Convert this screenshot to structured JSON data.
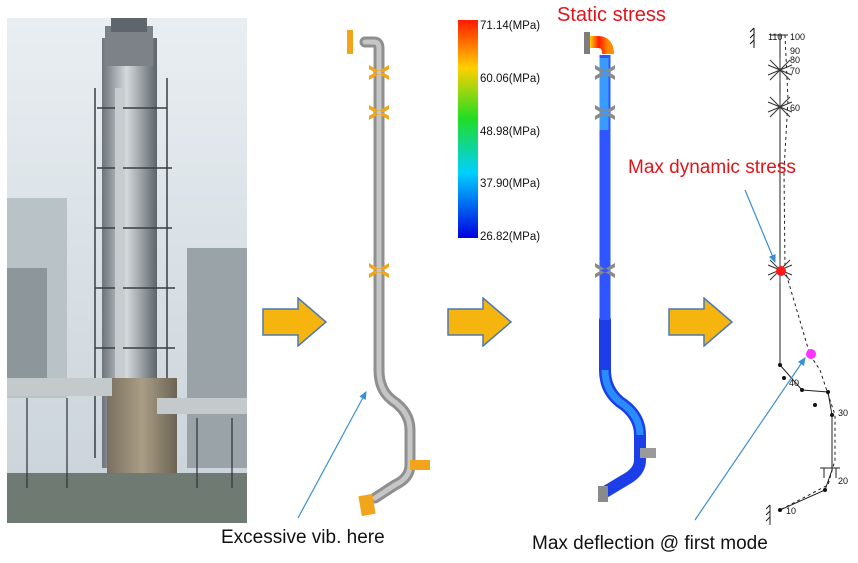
{
  "captions": {
    "static_stress": "Static stress",
    "max_dynamic_stress": "Max dynamic stress",
    "excessive_vib": "Excessive vib. here",
    "max_deflection": "Max deflection @ first mode"
  },
  "color_scale": {
    "labels": [
      "71.14(MPa)",
      "60.06(MPa)",
      "48.98(MPa)",
      "37.90(MPa)",
      "26.82(MPa)"
    ]
  },
  "node_labels": {
    "n110": "110",
    "n100": "100",
    "n90": "90",
    "n80": "80",
    "n70": "70",
    "n60": "60",
    "n40": "40",
    "n30": "30",
    "n20": "20",
    "n10": "10"
  },
  "colors": {
    "arrow_fill": "#f6b40e",
    "arrow_stroke": "#4a79b5",
    "pipe_gray": "#a9a9a9",
    "support_orange": "#f2a51a",
    "annotation_blue": "#3b8fd0",
    "caption_red": "#e0151b",
    "max_stress_marker": "#ff1a1a",
    "max_deflection_marker": "#ff33ff"
  }
}
